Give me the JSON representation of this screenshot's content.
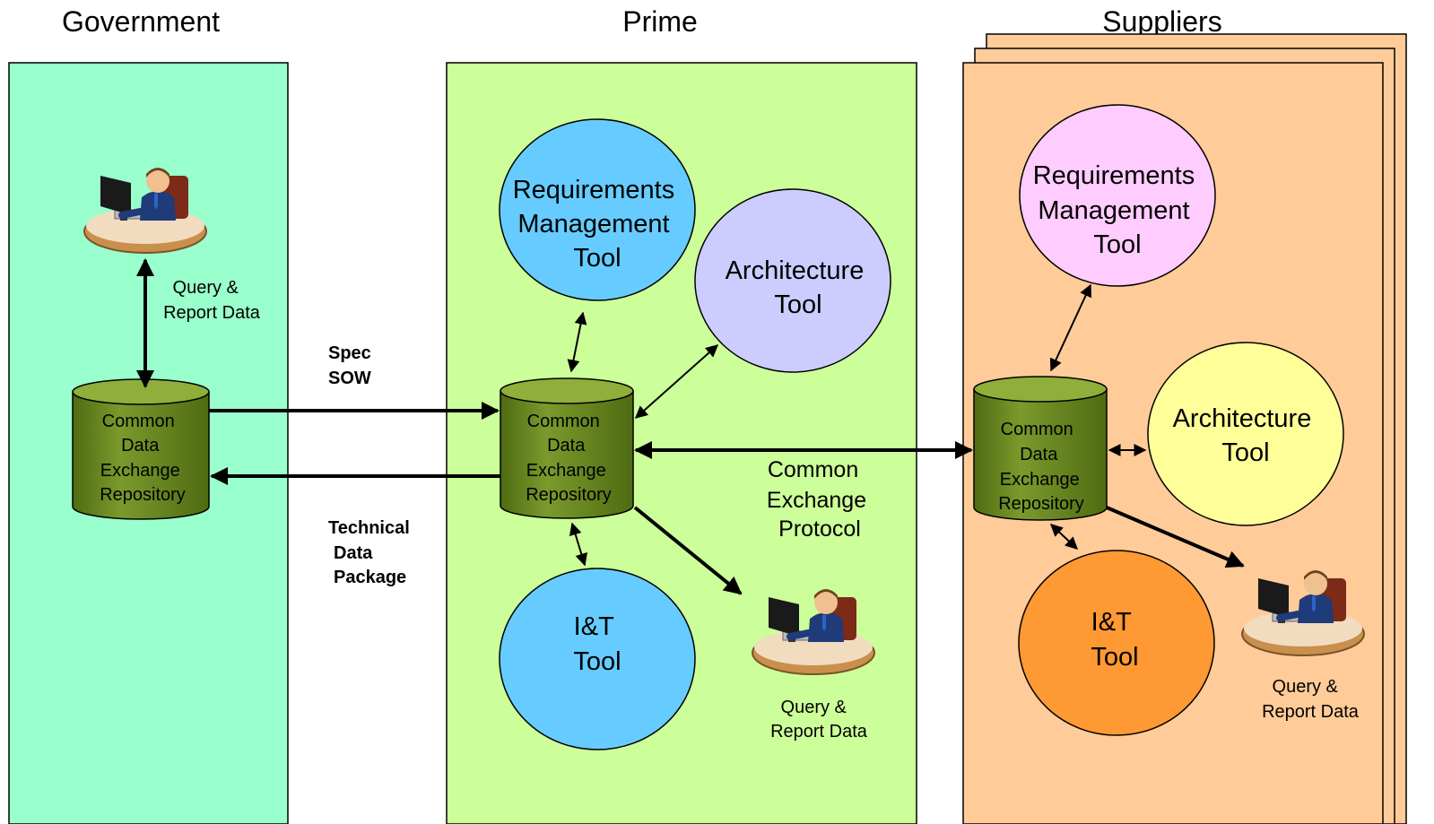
{
  "colors": {
    "government_bg": "#99ffcc",
    "prime_bg": "#ccff99",
    "suppliers_bg": "#ffcc99",
    "cylinder": "#6b8e23",
    "cylinder_top": "#8fae3a",
    "prime_req": "#66ccff",
    "prime_arch": "#ccccff",
    "prime_it": "#66ccff",
    "sup_req": "#ffccff",
    "sup_arch": "#ffff99",
    "sup_it": "#ff9933"
  },
  "government": {
    "title": "Government",
    "repository": [
      "Common",
      "Data",
      "Exchange",
      "Repository"
    ],
    "user_label": [
      "Query &",
      "Report Data"
    ],
    "user_icon": "person-at-computer-icon"
  },
  "prime": {
    "title": "Prime",
    "repository": [
      "Common",
      "Data",
      "Exchange",
      "Repository"
    ],
    "requirements_tool": [
      "Requirements",
      "Management",
      "Tool"
    ],
    "architecture_tool": [
      "Architecture",
      "Tool"
    ],
    "it_tool": [
      "I&T",
      "Tool"
    ],
    "user_label": [
      "Query &",
      "Report Data"
    ],
    "user_icon": "person-at-computer-icon"
  },
  "suppliers": {
    "title": "Suppliers",
    "repository": [
      "Common",
      "Data",
      "Exchange",
      "Repository"
    ],
    "requirements_tool": [
      "Requirements",
      "Management",
      "Tool"
    ],
    "architecture_tool": [
      "Architecture",
      "Tool"
    ],
    "it_tool": [
      "I&T",
      "Tool"
    ],
    "user_label": [
      "Query &",
      "Report Data"
    ],
    "user_icon": "person-at-computer-icon"
  },
  "flows": {
    "spec_sow": [
      "Spec",
      "SOW"
    ],
    "technical_data_package": [
      "Technical",
      "Data",
      "Package"
    ],
    "common_exchange_protocol": [
      "Common",
      "Exchange",
      "Protocol"
    ]
  }
}
